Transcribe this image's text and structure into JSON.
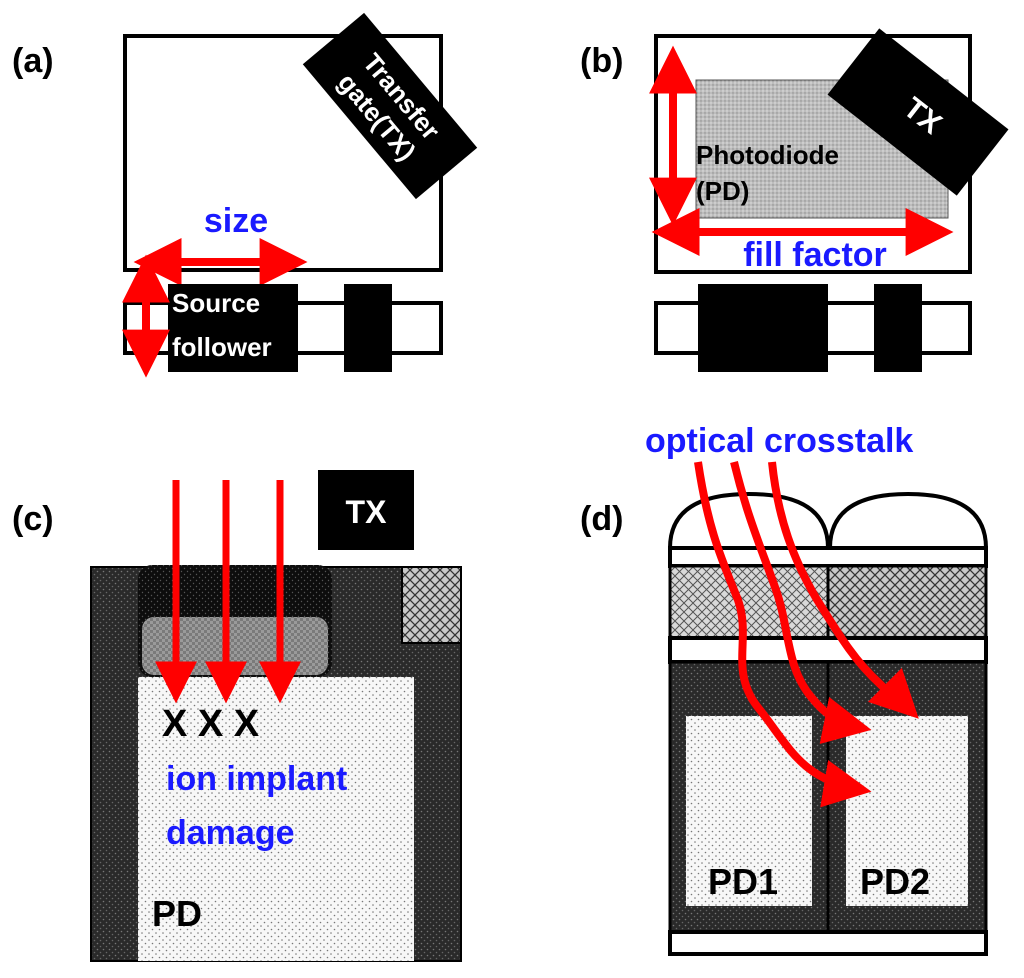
{
  "panels": {
    "a": {
      "label": "(a)",
      "transfer_gate_line1": "Transfer",
      "transfer_gate_line2": "gate(TX)",
      "size_label": "size",
      "source_follower_line1": "Source",
      "source_follower_line2": "follower"
    },
    "b": {
      "label": "(b)",
      "tx_label": "TX",
      "pd_line1": "Photodiode",
      "pd_line2": "(PD)",
      "fill_factor_label": "fill factor"
    },
    "c": {
      "label": "(c)",
      "tx_label": "TX",
      "damage_marks": "X X X",
      "damage_line1": "ion implant",
      "damage_line2": "damage",
      "pd_label": "PD"
    },
    "d": {
      "label": "(d)",
      "crosstalk_label": "optical crosstalk",
      "pd1_label": "PD1",
      "pd2_label": "PD2"
    }
  },
  "colors": {
    "arrow": "#ff0000",
    "annotation": "#1a1aff",
    "outline": "#000000",
    "dark_fill": "#2a2a2a"
  }
}
